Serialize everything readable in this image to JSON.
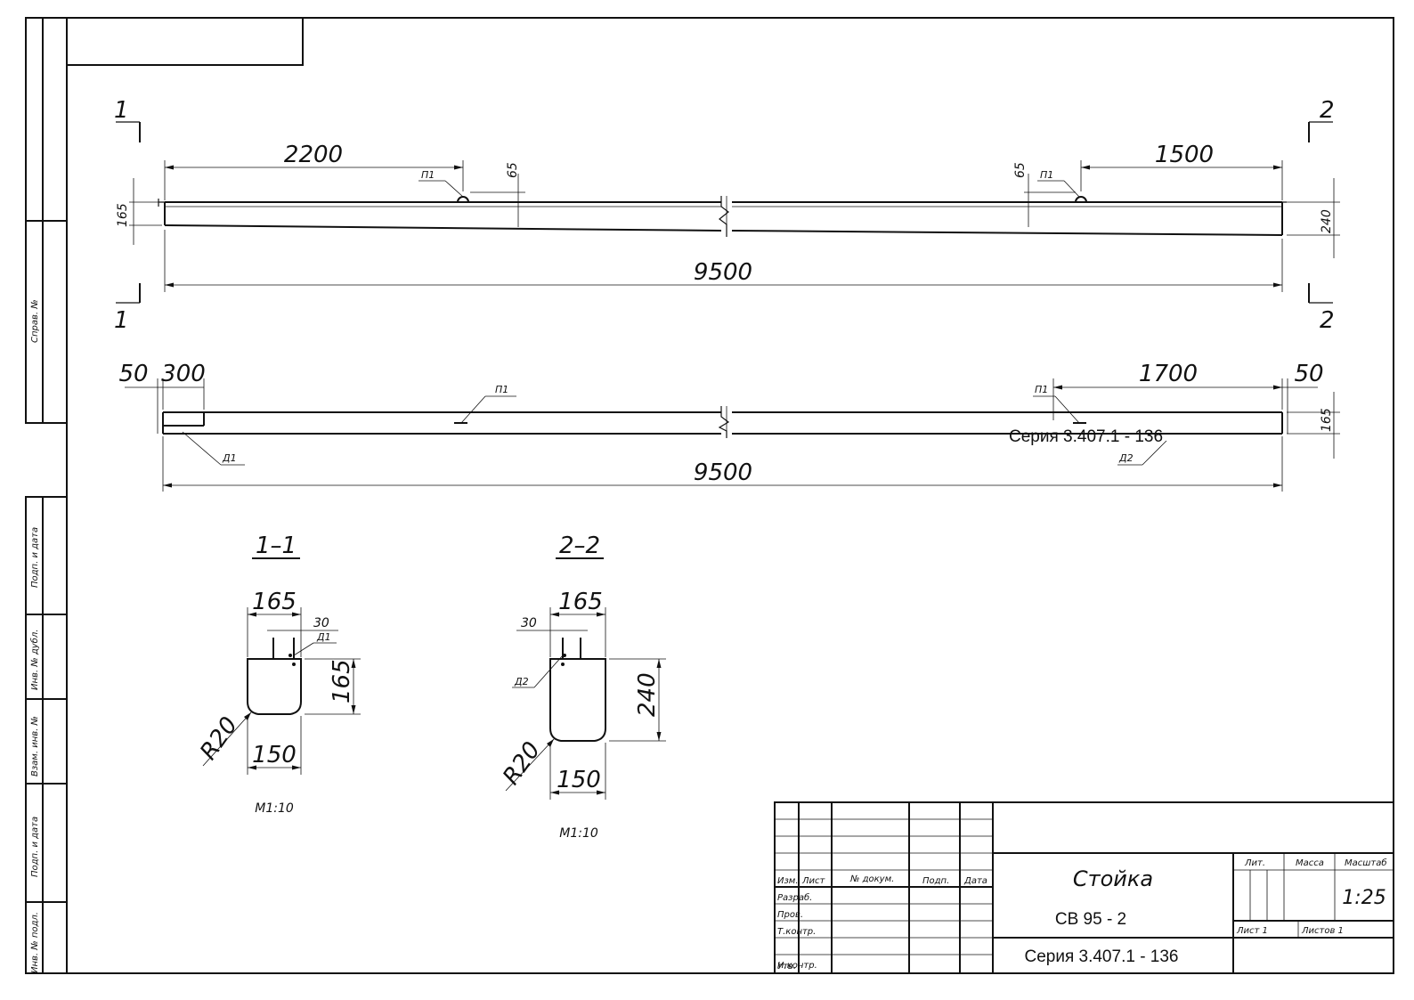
{
  "dimensions": {
    "d2200": "2200",
    "d1500": "1500",
    "d65a": "65",
    "d65b": "65",
    "d165a": "165",
    "d240a": "240",
    "d9500a": "9500",
    "d50a": "50",
    "d300": "300",
    "d1700": "1700",
    "d50b": "50",
    "d165b": "165",
    "d9500b": "9500"
  },
  "markers": {
    "cut1_top": "1",
    "cut1_bottom": "1",
    "cut2_top": "2",
    "cut2_bottom": "2",
    "p1_a": "П1",
    "p1_b": "П1",
    "p1_c": "П1",
    "p1_d": "П1",
    "d1_a": "Д1",
    "d2_a": "Д2"
  },
  "overlay_text": "Серия 3.407.1 - 136",
  "section_1": {
    "title": "1–1",
    "width": "165",
    "d30": "30",
    "d1": "Д1",
    "height": "165",
    "radius": "R20",
    "bottom": "150",
    "scale": "М1:10"
  },
  "section_2": {
    "title": "2–2",
    "width": "165",
    "d30": "30",
    "d2": "Д2",
    "height": "240",
    "radius": "R20",
    "bottom": "150",
    "scale": "М1:10"
  },
  "left_strip": {
    "sprav": "Справ. №",
    "podp_data_1": "Подп. и дата",
    "inv_dubl": "Инв. № дубл.",
    "vzam_inv": "Взам. инв. №",
    "podp_data_2": "Подп. и дата",
    "inv_podl": "Инв. № подл."
  },
  "title_block": {
    "izm": "Изм.",
    "list": "Лист",
    "n_dokum": "№ докум.",
    "podp": "Подп.",
    "data": "Дата",
    "razrab": "Разраб.",
    "prov": "Пров.",
    "t_kontr": "Т.контр.",
    "n_kontr": "Н.контр.",
    "utv": "Утв.",
    "name": "Стойка",
    "mark": "СВ 95 - 2",
    "series": "Серия 3.407.1 - 136",
    "lit": "Лит.",
    "massa": "Масса",
    "masshtab": "Масштаб",
    "scale_value": "1:25",
    "list_1": "Лист 1",
    "listov_1": "Листов 1"
  }
}
